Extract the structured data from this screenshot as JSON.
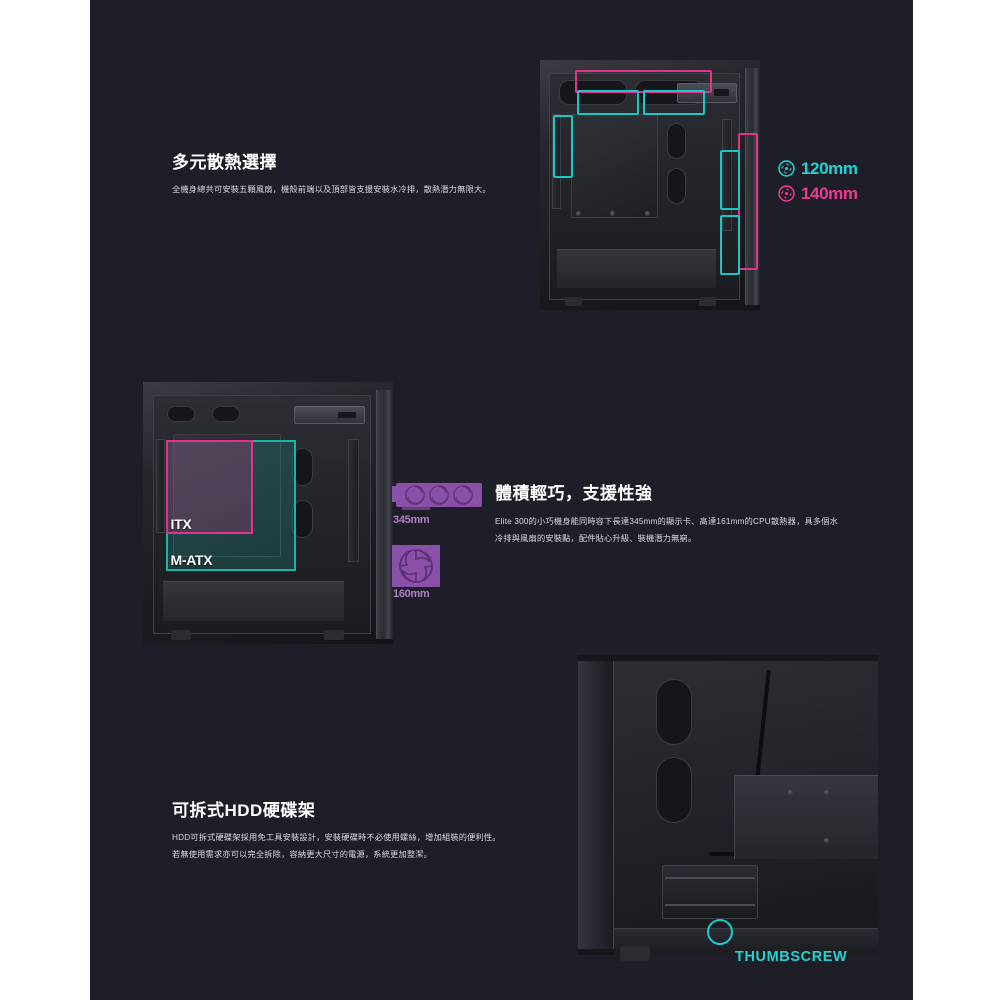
{
  "page": {
    "background": "#ffffff",
    "panel_background": "#1e1e28",
    "accent_cyan": "#1fd4d4",
    "accent_pink": "#ef3a92",
    "accent_purple": "#8a4fa8",
    "text_color": "#ffffff",
    "body_text_color": "#d8d9e0"
  },
  "sections": [
    {
      "id": "cooling",
      "title": "多元散熱選擇",
      "body": "全機身總共可安裝五顆風扇，機殼前端以及頂部皆支援安裝水冷排，散熱潛力無限大。",
      "legend": [
        {
          "label": "120mm",
          "color": "#1fd4d4",
          "icon": "fan-icon"
        },
        {
          "label": "140mm",
          "color": "#ef3a92",
          "icon": "fan-icon"
        }
      ]
    },
    {
      "id": "compact-support",
      "title": "體積輕巧，支援性強",
      "body": "Elite 300的小巧機身能同時容下長達345mm的顯示卡、高達161mm的CPU散熱器，具多個水冷排與風扇的安裝點，配件貼心升級、裝機潛力無窮。",
      "form_factors": [
        {
          "label": "ITX",
          "color": "#e0338a"
        },
        {
          "label": "M-ATX",
          "color": "#18b5a8"
        }
      ],
      "clearances": [
        {
          "label": "345mm",
          "icon": "gpu-icon",
          "color": "#8a4fa8"
        },
        {
          "label": "160mm",
          "icon": "cpu-cooler-icon",
          "color": "#8a4fa8"
        }
      ]
    },
    {
      "id": "removable-hdd",
      "title": "可拆式HDD硬碟架",
      "body": "HDD可拆式硬碟架採用免工具安裝設計，安裝硬碟時不必使用螺絲，增加組裝的便利性。若無使用需求亦可以完全拆除，容納更大尺寸的電源，系統更加整潔。",
      "callout": {
        "label": "THUMBSCREW",
        "color": "#2ad0d0",
        "marker": "circle-highlight"
      }
    }
  ]
}
